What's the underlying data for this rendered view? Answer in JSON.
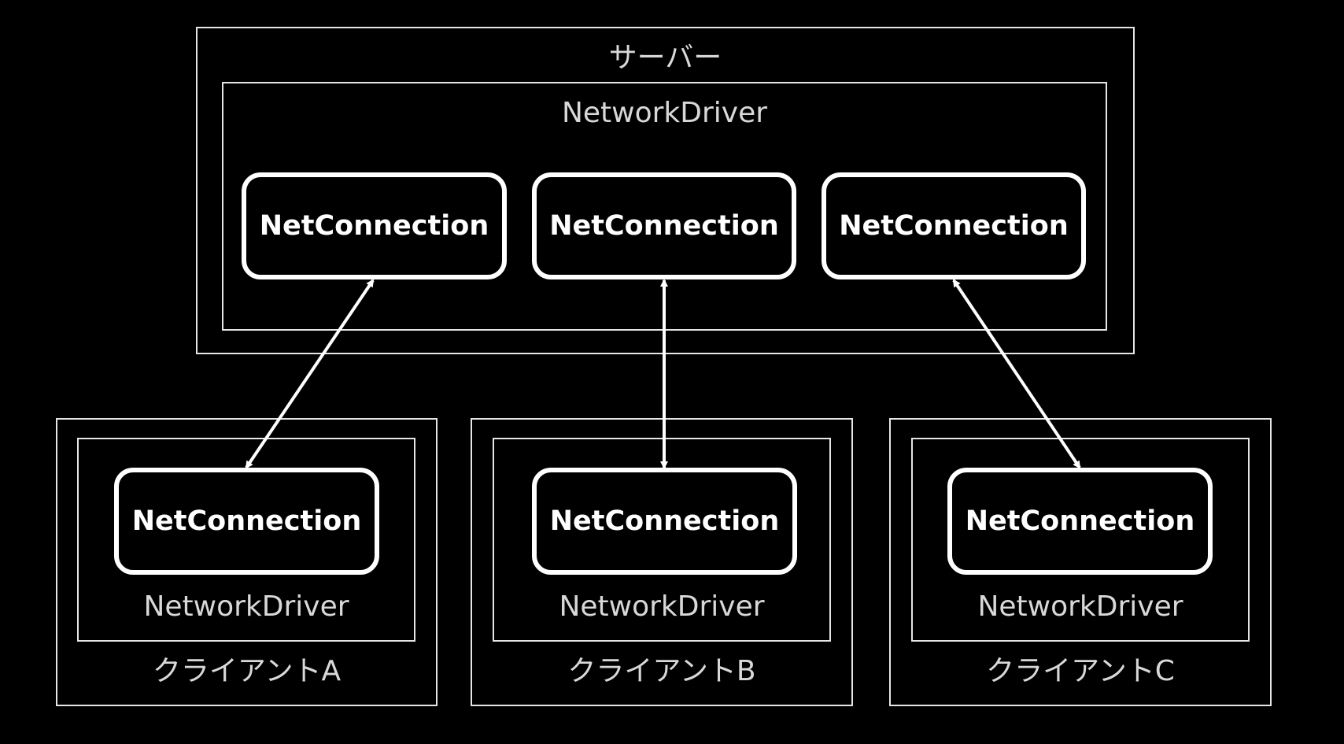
{
  "server": {
    "title": "サーバー",
    "driver_label": "NetworkDriver",
    "connections": [
      "NetConnection",
      "NetConnection",
      "NetConnection"
    ]
  },
  "clients": [
    {
      "title": "クライアントA",
      "driver_label": "NetworkDriver",
      "connection": "NetConnection"
    },
    {
      "title": "クライアントB",
      "driver_label": "NetworkDriver",
      "connection": "NetConnection"
    },
    {
      "title": "クライアントC",
      "driver_label": "NetworkDriver",
      "connection": "NetConnection"
    }
  ],
  "colors": {
    "background": "#000000",
    "frame_stroke": "#e6e6e6",
    "connection_stroke": "#ffffff",
    "label_text": "#d8d8d8"
  }
}
